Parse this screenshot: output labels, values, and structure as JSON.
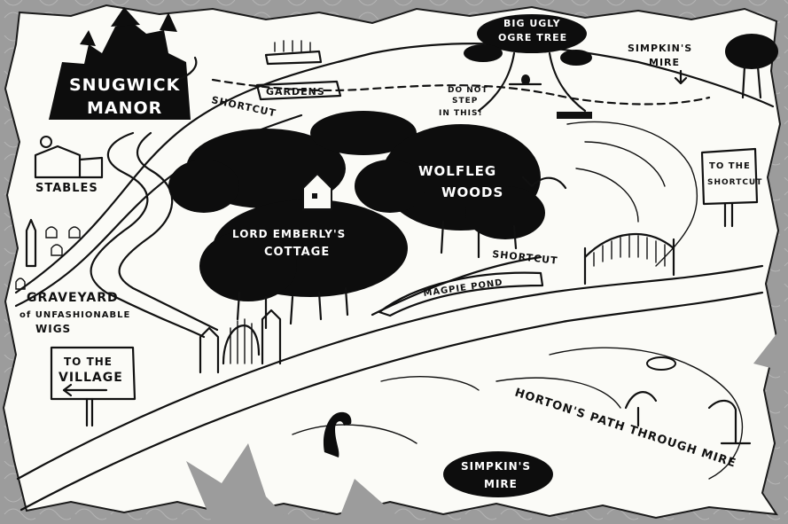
{
  "map": {
    "colors": {
      "background": "#9c9c9c",
      "parchment": "#fbfbf7",
      "ink": "#111111"
    },
    "locations": {
      "manor_line1": "SNUGWICK",
      "manor_line2": "MANOR",
      "gardens": "GARDENS",
      "ogre_line1": "BIG UGLY",
      "ogre_line2": "OGRE TREE",
      "mire_top_line1": "SIMPKIN'S",
      "mire_top_line2": "MIRE",
      "stables": "STABLES",
      "shortcut_top": "SHORTCUT",
      "dont_step_line1": "DO NOT",
      "dont_step_line2": "STEP",
      "dont_step_line3": "IN THIS!",
      "woods_line1": "WOLFLEG",
      "woods_line2": "WOODS",
      "cottage_line1": "LORD EMBERLY'S",
      "cottage_line2": "COTTAGE",
      "shortcut_right": "SHORTCUT",
      "pond": "MAGPIE POND",
      "graveyard_line1": "GRAVEYARD",
      "graveyard_line2": "of UNFASHIONABLE",
      "graveyard_line3": "WIGS",
      "village_sign_line1": "TO THE",
      "village_sign_line2": "VILLAGE",
      "shortcut_sign_line1": "TO THE",
      "shortcut_sign_line2": "SHORTCUT",
      "horton_path": "HORTON'S PATH THROUGH MIRE",
      "mire_bottom_line1": "SIMPKIN'S",
      "mire_bottom_line2": "MIRE"
    },
    "icons": [
      "manor-icon",
      "ogre-tree-icon",
      "stables-building-icon",
      "tombstone-icon",
      "cottage-icon",
      "gate-icon",
      "bridge-icon",
      "serpent-icon",
      "bird-icon",
      "turtle-icon"
    ]
  }
}
